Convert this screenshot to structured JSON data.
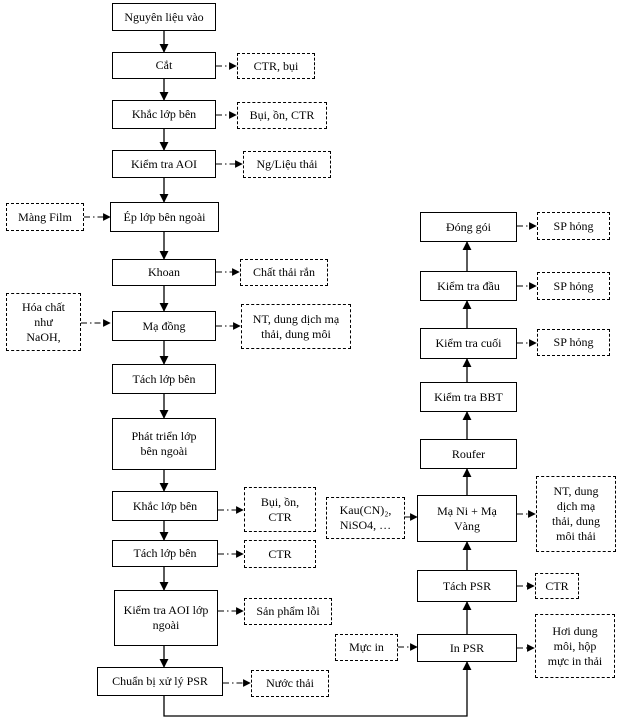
{
  "main_steps": {
    "nguyen_lieu": "Nguyên liệu vào",
    "cat": "Cắt",
    "khac_lop_ben_1": "Khắc lớp bên",
    "kiem_tra_aoi": "Kiểm tra AOI",
    "ep_lop": "Ép lớp bên ngoài",
    "khoan": "Khoan",
    "ma_dong": "Mạ đồng",
    "tach_lop_ben_1": "Tách lớp bên",
    "phat_trien": "Phát triển lớp\nbên ngoài",
    "khac_lop_ben_2": "Khắc lớp bên",
    "tach_lop_ben_2": "Tách lớp bên",
    "kiem_tra_aoi_ngoai": "Kiểm tra AOI lớp\nngoài",
    "chuan_bi_psr": "Chuẩn bị xử lý PSR",
    "in_psr": "In PSR",
    "tach_psr": "Tách PSR",
    "ma_ni_vang": "Mạ Ni + Mạ\nVàng",
    "roufer": "Roufer",
    "kiem_tra_bbt": "Kiểm tra BBT",
    "kiem_tra_cuoi": "Kiểm tra cuối",
    "kiem_tra_dau": "Kiểm tra đầu",
    "dong_goi": "Đóng gói"
  },
  "outputs": {
    "ctr_bui": "CTR, bụi",
    "bui_on_ctr_1": "Bụi, ồn, CTR",
    "ng_lieu_thai": "Ng/Liệu thải",
    "chat_thai_ran": "Chất thải rắn",
    "nt_dung_dich_1": "NT, dung dịch mạ\nthải, dung môi",
    "bui_on_ctr_2": "Bụi, ồn,\nCTR",
    "ctr_1": "CTR",
    "san_pham_loi": "Sản phẩm lỗi",
    "nuoc_thai": "Nước thải",
    "hoi_dung_moi": "Hơi dung\nmôi, hộp\nmực in thải",
    "ctr_2": "CTR",
    "nt_dung_dich_2": "NT, dung\ndịch mạ\nthải, dung\nmôi thải",
    "sp_hong_1": "SP hỏng",
    "sp_hong_2": "SP hỏng",
    "sp_hong_3": "SP hỏng"
  },
  "inputs": {
    "mang_film": "Màng Film",
    "hoa_chat": "Hóa chất\nnhư\nNaOH,",
    "kau_cn": "Kau(CN)₂,\nNiSO4, …",
    "muc_in": "Mực in"
  }
}
